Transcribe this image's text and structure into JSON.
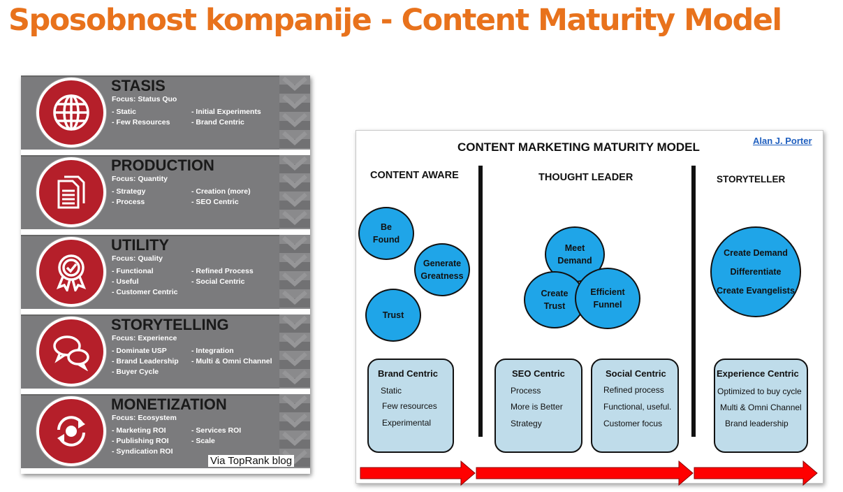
{
  "title": "Sposobnost kompanije - Content Maturity Model",
  "left_panel": {
    "caption": "Via TopRank blog",
    "stages": [
      {
        "name": "STASIS",
        "focus": "Focus: Status Quo",
        "icon": "globe-icon",
        "col1": [
          "- Static",
          "- Few Resources"
        ],
        "col2": [
          "- Initial Experiments",
          "- Brand Centric"
        ]
      },
      {
        "name": "PRODUCTION",
        "focus": "Focus: Quantity",
        "icon": "documents-icon",
        "col1": [
          "- Strategy",
          "- Process"
        ],
        "col2": [
          "- Creation (more)",
          "- SEO Centric"
        ]
      },
      {
        "name": "UTILITY",
        "focus": "Focus: Quality",
        "icon": "award-badge-icon",
        "col1": [
          "- Functional",
          "- Useful",
          "- Customer Centric"
        ],
        "col2": [
          "- Refined Process",
          "- Social Centric"
        ]
      },
      {
        "name": "STORYTELLING",
        "focus": "Focus: Experience",
        "icon": "speech-bubbles-icon",
        "col1": [
          "- Dominate USP",
          "- Brand Leadership",
          "- Buyer Cycle"
        ],
        "col2": [
          "- Integration",
          "- Multi & Omni Channel"
        ]
      },
      {
        "name": "MONETIZATION",
        "focus": "Focus: Ecosystem",
        "icon": "cycle-arrows-icon",
        "col1": [
          "- Marketing ROI",
          "- Publishing ROI",
          "- Syndication ROI"
        ],
        "col2": [
          "- Services ROI",
          "- Scale"
        ]
      }
    ]
  },
  "right_panel": {
    "title": "CONTENT MARKETING MATURITY MODEL",
    "author": "Alan J. Porter",
    "columns": [
      {
        "heading": "CONTENT AWARE",
        "bubbles": [
          "Be Found",
          "Generate Greatness",
          "Trust"
        ],
        "boxes": [
          {
            "title": "Brand Centric",
            "items": [
              "Static",
              "Few resources",
              "Experimental"
            ]
          }
        ]
      },
      {
        "heading": "THOUGHT LEADER",
        "bubbles": [
          "Meet Demand",
          "Create Trust",
          "Efficient Funnel"
        ],
        "boxes": [
          {
            "title": "SEO Centric",
            "items": [
              "Process",
              "More is Better",
              "Strategy"
            ]
          },
          {
            "title": "Social Centric",
            "items": [
              "Refined process",
              "Functional, useful.",
              "Customer focus"
            ]
          }
        ]
      },
      {
        "heading": "STORYTELLER",
        "bubbles": [
          "Create Demand",
          "Differentiate",
          "Create Evangelists"
        ],
        "boxes": [
          {
            "title": "Experience Centric",
            "items": [
              "Optimized to buy cycle",
              "Multi & Omni Channel",
              "Brand leadership"
            ]
          }
        ]
      }
    ],
    "colors": {
      "bubble": "#1fa5e8",
      "box": "#bfdcea",
      "arrow": "#ff0000",
      "stage_bg": "#7b7b7d",
      "stage_icon": "#b51f2a",
      "title": "#E8721C"
    }
  }
}
